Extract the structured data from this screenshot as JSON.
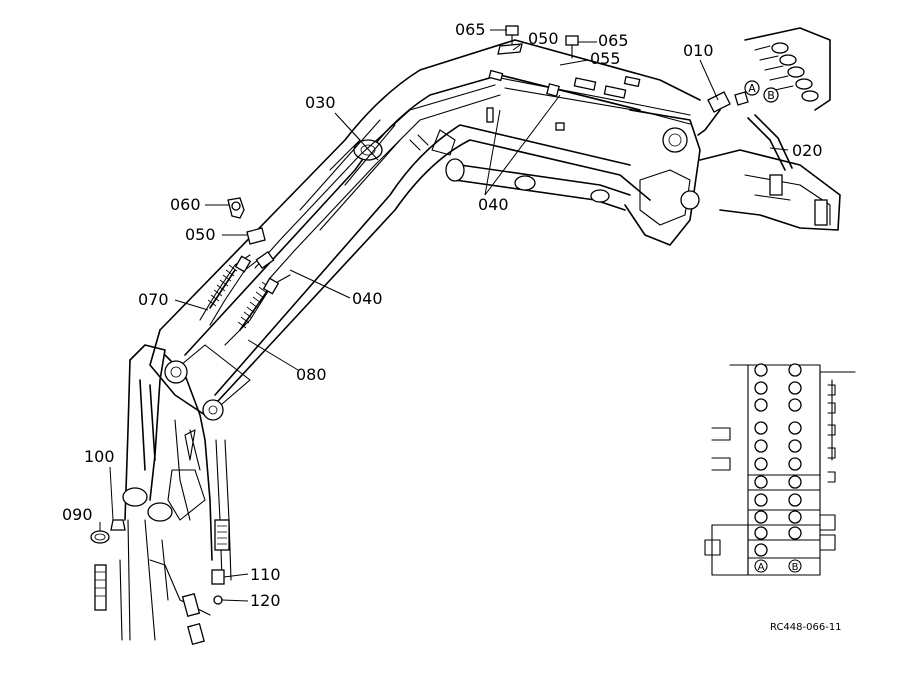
{
  "diagram": {
    "reference_code": "RC448-066-11",
    "callouts": {
      "p065a": "065",
      "p050a": "050",
      "p065b": "065",
      "p055": "055",
      "p010": "010",
      "p020": "020",
      "p030": "030",
      "p040a": "040",
      "p060": "060",
      "p050b": "050",
      "p040b": "040",
      "p070": "070",
      "p080": "080",
      "p100": "100",
      "p090": "090",
      "p110": "110",
      "p120": "120"
    },
    "port_labels": {
      "a": "A",
      "b": "B"
    }
  }
}
